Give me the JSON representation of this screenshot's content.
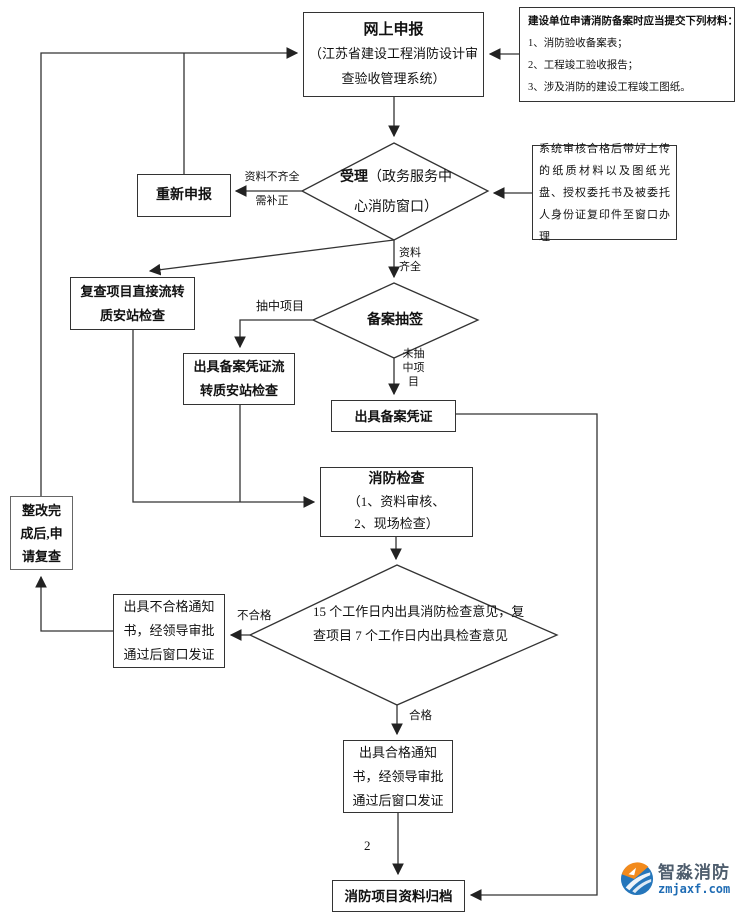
{
  "colors": {
    "line": "#333333",
    "text": "#111111",
    "brand_blue": "#1f6cb4",
    "brand_orange": "#f28a1c",
    "logo_name_color": "#4e5d6d"
  },
  "flowchart": {
    "online_declare": {
      "title": "网上申报",
      "subtitle": "（江苏省建设工程消防设计审查验收管理系统）"
    },
    "materials_note": {
      "lines": [
        "建设单位申请消防备案时应当提交下列材料：",
        "1、消防验收备案表；",
        "2、工程竣工验收报告；",
        "3、涉及消防的建设工程竣工图纸。"
      ]
    },
    "resubmit": {
      "label": "重新申报"
    },
    "accept": {
      "title": "受理",
      "subtitle": "（政务服务中心消防窗口）"
    },
    "system_audit_note": {
      "text": "系统审核合格后带好上传的纸质材料以及图纸光盘、授权委托书及被委托人身份证复印件至窗口办理"
    },
    "lottery": {
      "label": "备案抽签"
    },
    "recheck_direct": {
      "label": "复查项目直接流转质安站检查"
    },
    "cert_transfer": {
      "label": "出具备案凭证流转质安站检查"
    },
    "issue_cert": {
      "label": "出具备案凭证"
    },
    "fire_inspection": {
      "title": "消防检查",
      "line1": "（1、资料审核、",
      "line2": "2、现场检查）"
    },
    "inspection_opinion": {
      "text": "15 个工作日内出具消防检查意见，复查项目 7 个工作日内出具检查意见"
    },
    "fail_notice": {
      "text": "出具不合格通知书，经领导审批通过后窗口发证"
    },
    "rectify": {
      "text": "整改完成后,申请复查"
    },
    "pass_notice": {
      "text": "出具合格通知书，经领导审批通过后窗口发证"
    },
    "archive": {
      "label": "消防项目资料归档"
    },
    "edge_labels": {
      "incomplete_line1": "资料不齐全",
      "incomplete_line2": "需补正",
      "complete": "资料齐全",
      "selected": "抽中项目",
      "not_selected": "未抽中项目",
      "fail": "不合格",
      "pass": "合格"
    },
    "page_number": "2"
  },
  "watermark": {
    "name": "智淼消防",
    "domain": "zmjaxf.com"
  }
}
